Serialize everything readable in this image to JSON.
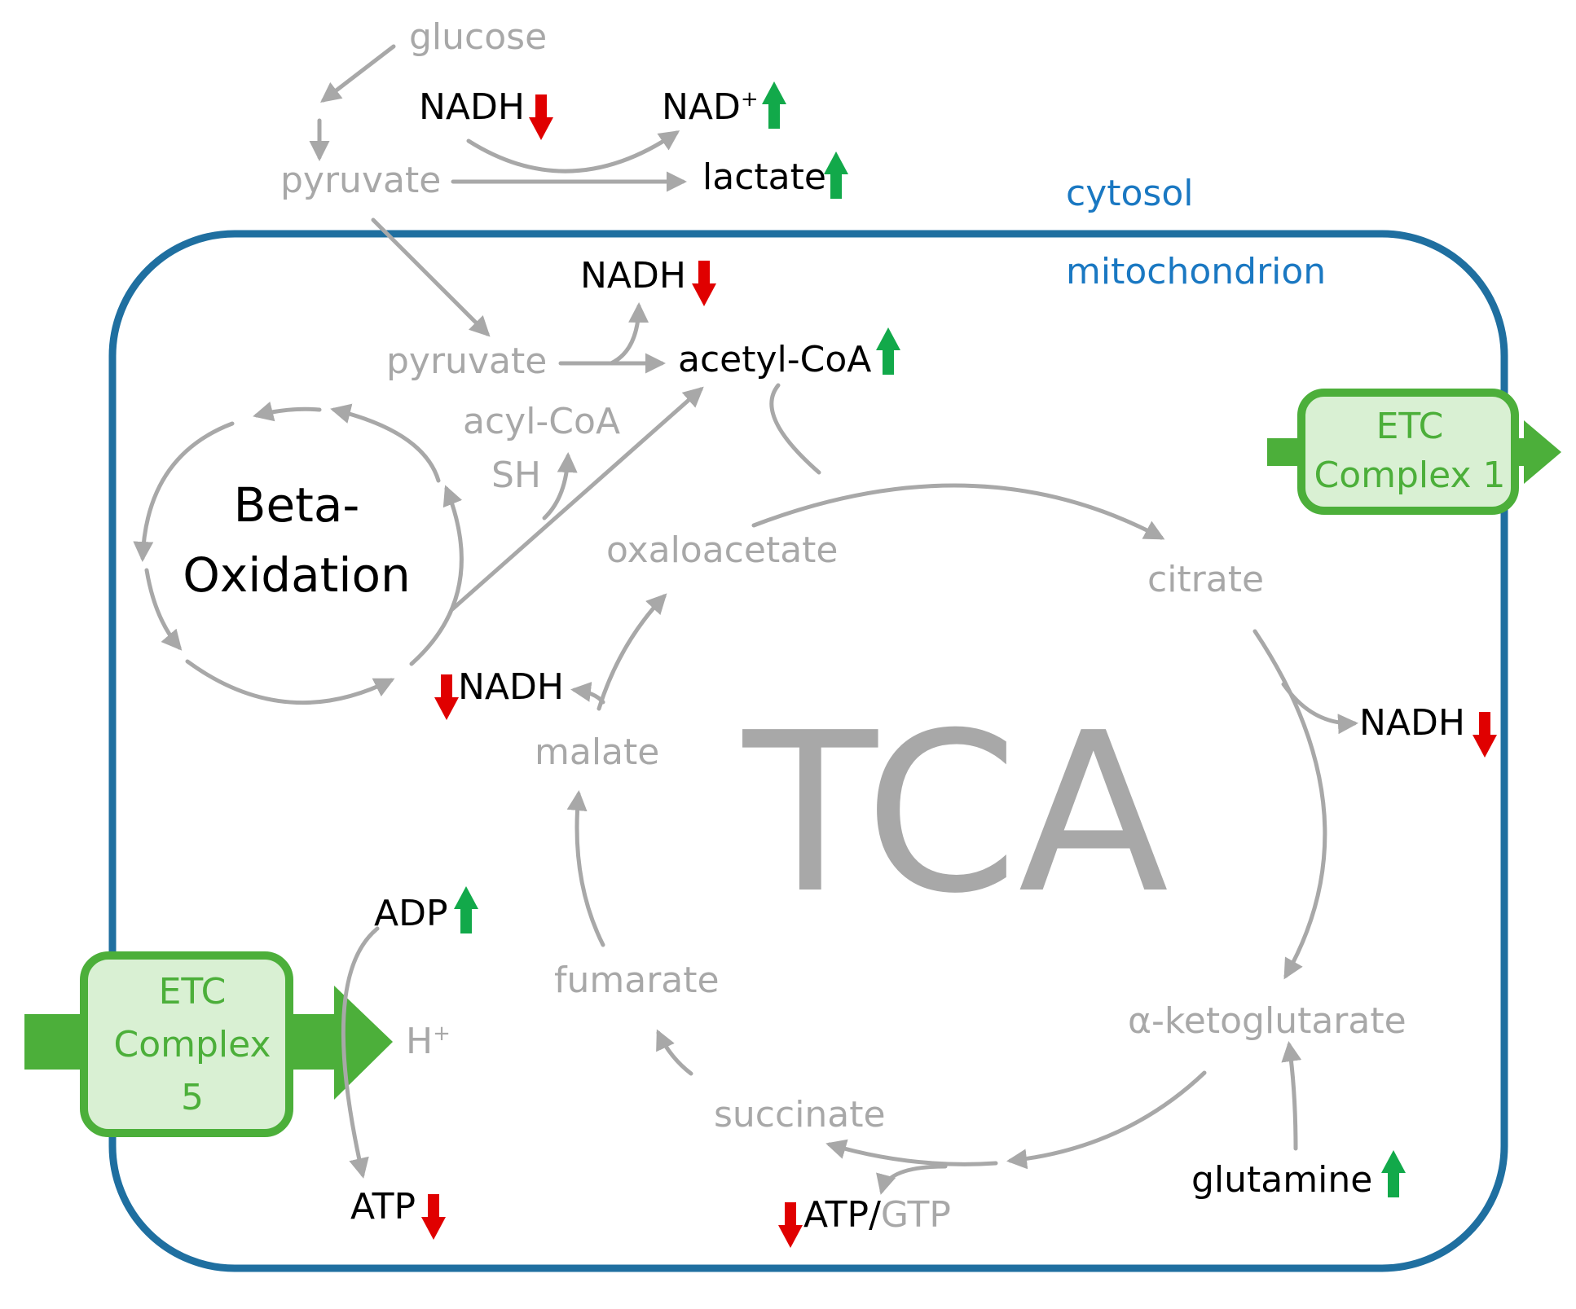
{
  "compartments": {
    "cytosol": "cytosol",
    "mitochondrion": "mitochondrion"
  },
  "metabolites": {
    "glucose": "glucose",
    "pyruvate_cyto": "pyruvate",
    "nadh_cyto": "NADH",
    "nad_plus": "NAD",
    "nad_plus_sup": "+",
    "lactate": "lactate",
    "nadh_pdh": "NADH",
    "pyruvate_mito": "pyruvate",
    "acetyl_coa": "acetyl-CoA",
    "acyl_coa": "acyl-CoA",
    "sh": "SH",
    "beta_oxidation_line1": "Beta-",
    "beta_oxidation_line2": "Oxidation",
    "oxaloacetate": "oxaloacetate",
    "citrate": "citrate",
    "nadh_citrate": "NADH",
    "nadh_malate": "NADH",
    "malate": "malate",
    "tca": "TCA",
    "fumarate": "fumarate",
    "succinate": "succinate",
    "alpha_ketoglutarate": "α-ketoglutarate",
    "glutamine": "glutamine",
    "atp_gtp_atp": "ATP/",
    "atp_gtp_gtp": "GTP",
    "adp": "ADP",
    "atp": "ATP",
    "h_plus": "H",
    "h_plus_sup": "+"
  },
  "complexes": {
    "etc1_line1": "ETC",
    "etc1_line2": "Complex 1",
    "etc5_line1": "ETC",
    "etc5_line2": "Complex",
    "etc5_line3": "5"
  },
  "colors": {
    "up": "#12a94a",
    "down": "#e00000",
    "pathway": "#a8a8a8",
    "membrane": "#1f6fa0",
    "compartment_label": "#1a78c2",
    "etc_fill": "#d9f0d3",
    "etc_border": "#4caf3a"
  },
  "regulation": [
    {
      "metabolite": "NADH (cytosol)",
      "direction": "down"
    },
    {
      "metabolite": "NAD+",
      "direction": "up"
    },
    {
      "metabolite": "lactate",
      "direction": "up"
    },
    {
      "metabolite": "NADH (pyruvate → acetyl-CoA)",
      "direction": "down"
    },
    {
      "metabolite": "acetyl-CoA",
      "direction": "up"
    },
    {
      "metabolite": "NADH (citrate → α-ketoglutarate)",
      "direction": "down"
    },
    {
      "metabolite": "NADH (malate → oxaloacetate)",
      "direction": "down"
    },
    {
      "metabolite": "ADP",
      "direction": "up"
    },
    {
      "metabolite": "ATP",
      "direction": "down"
    },
    {
      "metabolite": "ATP/GTP",
      "direction": "down"
    },
    {
      "metabolite": "glutamine",
      "direction": "up"
    }
  ]
}
